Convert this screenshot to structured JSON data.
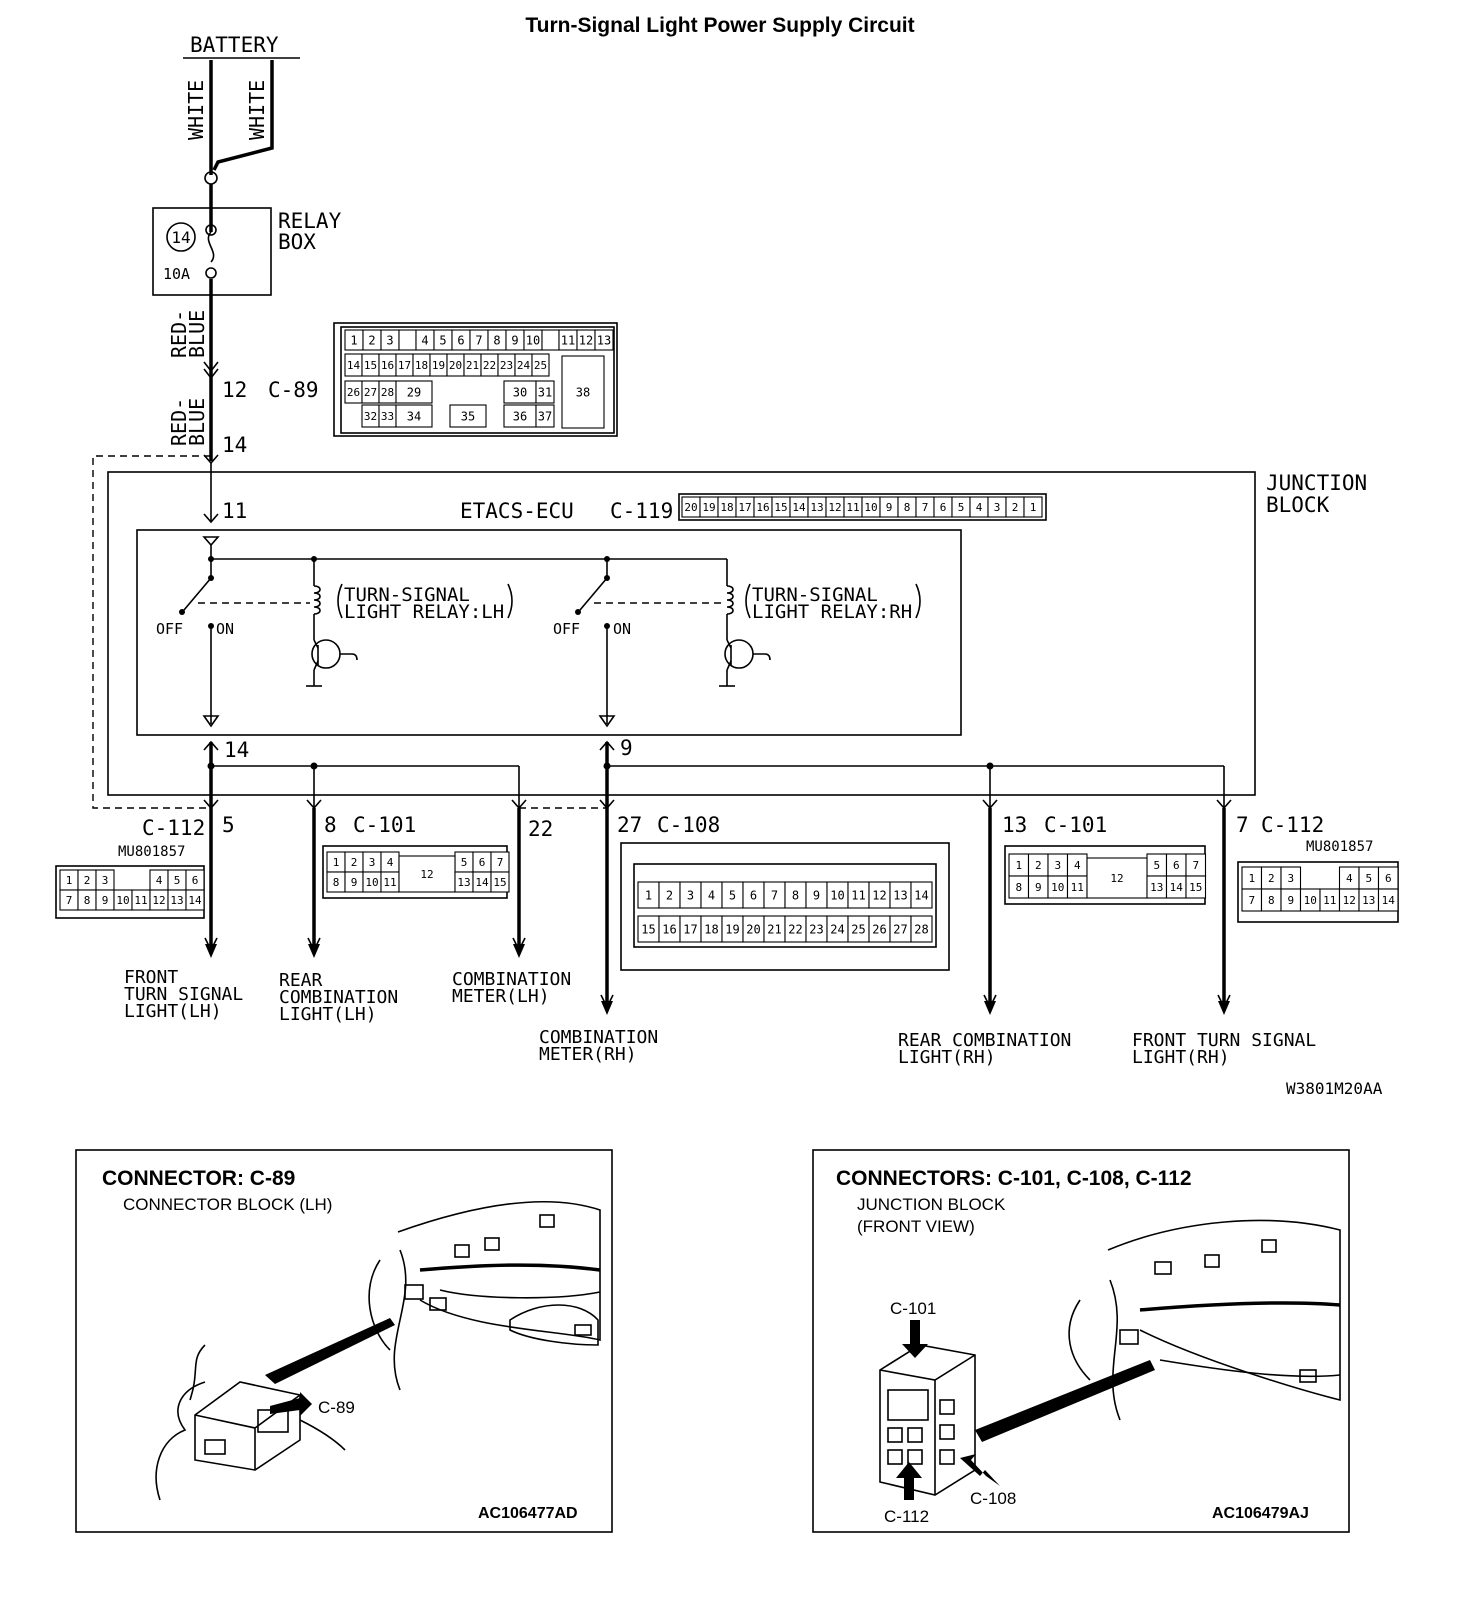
{
  "title": "Turn-Signal Light Power Supply Circuit",
  "diagram_code": "W3801M20AA",
  "battery": {
    "label": "BATTERY",
    "wire_left": "WHITE",
    "wire_right": "WHITE"
  },
  "relay_box": {
    "label_line1": "RELAY",
    "label_line2": "BOX",
    "fuse_number": "14",
    "fuse_rating": "10A"
  },
  "wire_red_blue": {
    "line1": "RED-",
    "line2": "BLUE"
  },
  "c89": {
    "pin": "12",
    "name": "C-89",
    "row1": [
      "1",
      "2",
      "3",
      "",
      "4",
      "5",
      "6",
      "7",
      "8",
      "9",
      "10",
      "",
      "11",
      "12",
      "13"
    ],
    "row2": [
      "14",
      "15",
      "16",
      "17",
      "18",
      "19",
      "20",
      "21",
      "22",
      "23",
      "24",
      "25"
    ],
    "row3": [
      "26",
      "27",
      "28",
      "29",
      "30",
      "31"
    ],
    "row4": [
      "32",
      "33",
      "34",
      "35",
      "36",
      "37"
    ],
    "big": "38"
  },
  "junction_block": {
    "line1": "JUNCTION",
    "line2": "BLOCK",
    "pin_in": "14"
  },
  "etacs": {
    "label": "ETACS-ECU",
    "connector": "C-119",
    "pin_in": "11",
    "pins": [
      "20",
      "19",
      "18",
      "17",
      "16",
      "15",
      "14",
      "13",
      "12",
      "11",
      "10",
      "9",
      "8",
      "7",
      "6",
      "5",
      "4",
      "3",
      "2",
      "1"
    ]
  },
  "relay_lh": {
    "line1": "TURN-SIGNAL",
    "line2": "LIGHT RELAY:LH",
    "off": "OFF",
    "on": "ON",
    "out_pin": "14"
  },
  "relay_rh": {
    "line1": "TURN-SIGNAL",
    "line2": "LIGHT RELAY:RH",
    "off": "OFF",
    "on": "ON",
    "out_pin": "9"
  },
  "outputs": [
    {
      "pin": "5",
      "connector": "C-112",
      "load_line1": "FRONT",
      "load_line2": "TURN SIGNAL",
      "load_line3": "LIGHT(LH)"
    },
    {
      "pin": "8",
      "connector": "C-101",
      "load_line1": "REAR",
      "load_line2": "COMBINATION",
      "load_line3": "LIGHT(LH)"
    },
    {
      "pin": "22",
      "connector": "",
      "load_line1": "COMBINATION",
      "load_line2": "METER(LH)",
      "load_line3": ""
    },
    {
      "pin": "27",
      "connector": "C-108",
      "load_line1": "COMBINATION",
      "load_line2": "METER(RH)",
      "load_line3": ""
    },
    {
      "pin": "13",
      "connector": "C-101",
      "load_line1": "REAR COMBINATION",
      "load_line2": "LIGHT(RH)",
      "load_line3": ""
    },
    {
      "pin": "7",
      "connector": "C-112",
      "load_line1": "FRONT TURN SIGNAL",
      "load_line2": "LIGHT(RH)",
      "load_line3": ""
    }
  ],
  "c112_part": "MU801857",
  "c112_row1": [
    "1",
    "2",
    "3",
    "",
    "4",
    "5",
    "6"
  ],
  "c112_row2": [
    "7",
    "8",
    "9",
    "10",
    "11",
    "12",
    "13",
    "14"
  ],
  "c101_row1": [
    "1",
    "2",
    "3",
    "4",
    "",
    "5",
    "6",
    "7"
  ],
  "c101_row2": [
    "8",
    "9",
    "10",
    "11",
    "12",
    "13",
    "14",
    "15"
  ],
  "c108_row1": [
    "1",
    "2",
    "3",
    "4",
    "5",
    "6",
    "7",
    "8",
    "9",
    "10",
    "11",
    "12",
    "13",
    "14"
  ],
  "c108_row2": [
    "15",
    "16",
    "17",
    "18",
    "19",
    "20",
    "21",
    "22",
    "23",
    "24",
    "25",
    "26",
    "27",
    "28"
  ],
  "panel_left": {
    "heading": "CONNECTOR: C-89",
    "sub": "CONNECTOR BLOCK (LH)",
    "callout": "C-89",
    "code": "AC106477AD"
  },
  "panel_right": {
    "heading": "CONNECTORS: C-101, C-108, C-112",
    "sub1": "JUNCTION BLOCK",
    "sub2": "(FRONT VIEW)",
    "callout_top": "C-101",
    "callout_mid": "C-108",
    "callout_bot": "C-112",
    "code": "AC106479AJ"
  }
}
